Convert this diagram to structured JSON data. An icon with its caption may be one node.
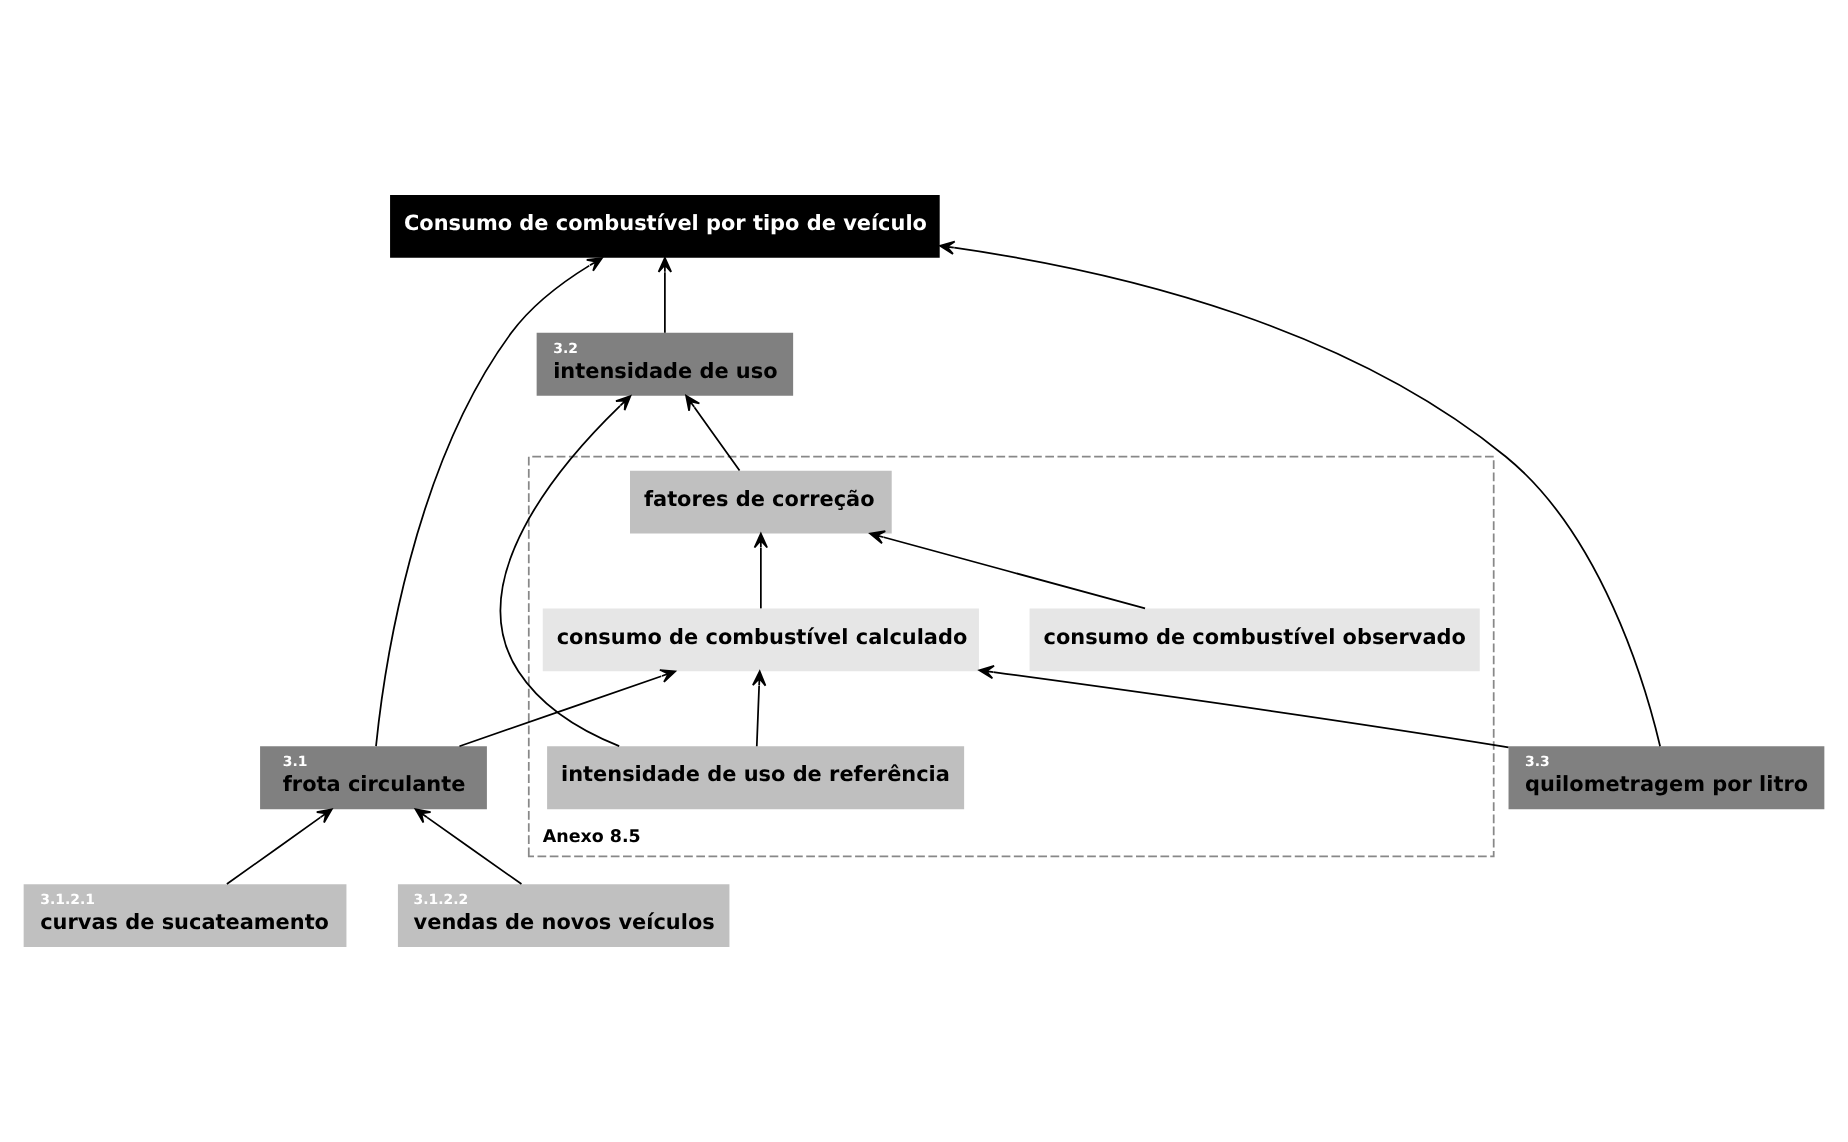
{
  "diagram": {
    "nodes": [
      {
        "text": [
          "Consumo de combustível por tipo de veículo"
        ]
      },
      {
        "text": [
          "3.1.2.1",
          "curvas de sucateamento"
        ]
      },
      {
        "text": [
          "3.1.2.2",
          "vendas de novos veículos"
        ]
      },
      {
        "text": [
          "3.1",
          "frota circulante"
        ]
      },
      {
        "text": [
          "3.3",
          "quilometragem por litro"
        ]
      },
      {
        "text": [
          "3.2",
          "intensidade de uso"
        ]
      },
      {
        "text": [
          "Anexo 8.5"
        ]
      },
      {
        "text": [
          "fatores de correção"
        ],
        "in": 6
      },
      {
        "text": [
          "consumo de combustível observado"
        ],
        "in": 6
      },
      {
        "text": [
          "consumo de combustível calculado"
        ],
        "in": 6
      },
      {
        "text": [
          "intensidade de uso de referência"
        ],
        "in": 6
      }
    ],
    "edges": [
      {
        "from": 1,
        "to": 3,
        "arrow": "to"
      },
      {
        "from": 2,
        "to": 3,
        "arrow": "to"
      },
      {
        "from": 3,
        "to": 0,
        "arrow": "to"
      },
      {
        "from": 4,
        "to": 0,
        "arrow": "to"
      },
      {
        "from": 5,
        "to": 0,
        "arrow": "to"
      },
      {
        "from": 7,
        "to": 5,
        "arrow": "to"
      },
      {
        "from": 3,
        "to": 9,
        "arrow": "to"
      },
      {
        "from": 4,
        "to": 9,
        "arrow": "to"
      },
      {
        "from": 10,
        "to": 5,
        "arrow": "to"
      },
      {
        "from": 10,
        "to": 9,
        "arrow": "to"
      },
      {
        "from": 8,
        "to": 7,
        "arrow": "to"
      },
      {
        "from": 9,
        "to": 7,
        "arrow": "to"
      }
    ]
  }
}
